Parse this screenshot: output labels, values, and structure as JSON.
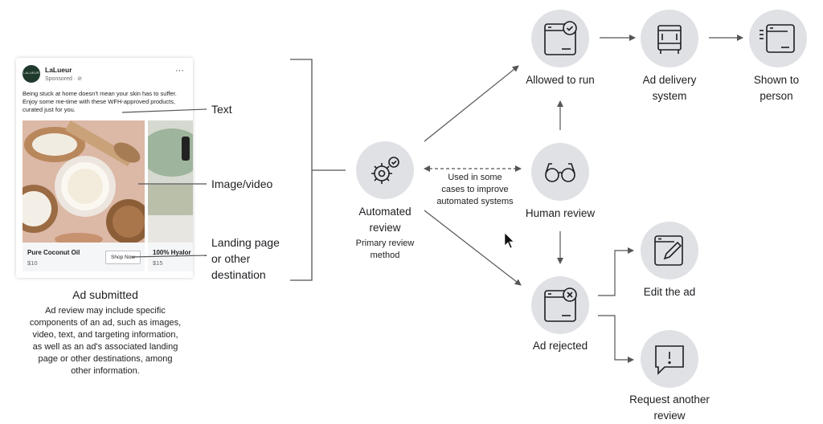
{
  "ad_card": {
    "avatar_text": "LALUEUR",
    "brand": "LaLueur",
    "sponsored": "Sponsored · ⊘",
    "more": "···",
    "caption": "Being stuck at home doesn't mean your skin has to suffer. Enjoy some me-time with these WFH-approved products, curated just for you.",
    "product_1": {
      "name": "Pure Coconut Oil",
      "price": "$10",
      "cta": "Shop Now"
    },
    "product_2": {
      "name": "100% Hyalor",
      "price": "$15"
    }
  },
  "components": {
    "text": "Text",
    "image_video": "Image/video",
    "landing_line1": "Landing page",
    "landing_line2": "or other",
    "landing_line3": "destination"
  },
  "ad_submitted": {
    "title": "Ad submitted",
    "desc_lines": [
      "Ad review may include specific",
      "components of an ad, such as images,",
      "video, text, and targeting information,",
      "as well as an ad's associated landing",
      "page or other destinations, among",
      "other information."
    ]
  },
  "automated_review": {
    "line1": "Automated",
    "line2": "review",
    "sub1": "Primary review",
    "sub2": "method"
  },
  "used_note": {
    "line1": "Used in some",
    "line2": "cases to improve",
    "line3": "automated systems"
  },
  "human_review": {
    "label": "Human review"
  },
  "allowed": {
    "label": "Allowed to run"
  },
  "delivery": {
    "line1": "Ad delivery",
    "line2": "system"
  },
  "shown": {
    "line1": "Shown to",
    "line2": "person"
  },
  "rejected": {
    "label": "Ad rejected"
  },
  "edit": {
    "label": "Edit the ad"
  },
  "request": {
    "line1": "Request another",
    "line2": "review"
  },
  "colors": {
    "node_fill": "#dfe1e4",
    "stroke": "#1c1e21",
    "arrow": "#555555"
  }
}
